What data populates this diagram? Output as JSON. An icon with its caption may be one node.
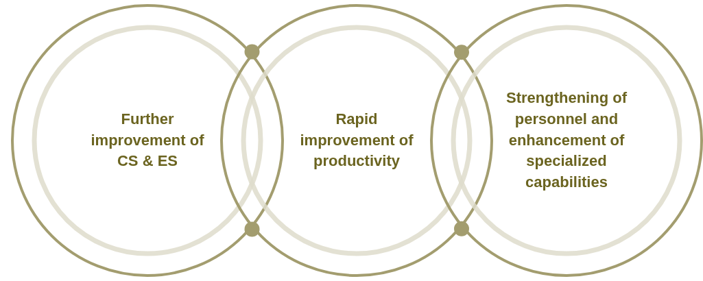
{
  "diagram": {
    "nodes": [
      {
        "text": [
          "Further improvement of CS & ES"
        ]
      },
      {
        "text": [
          "Rapid improvement of productivity"
        ]
      },
      {
        "text": [
          "Strengthening of personnel and enhancement of specialized capabilities"
        ]
      }
    ]
  }
}
